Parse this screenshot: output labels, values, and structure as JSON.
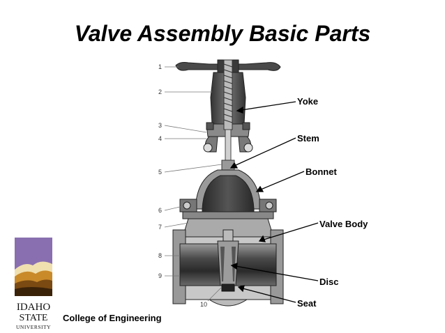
{
  "slide": {
    "title": "Valve Assembly Basic Parts"
  },
  "diagram": {
    "part_numbers": [
      "1",
      "2",
      "3",
      "4",
      "5",
      "6",
      "7",
      "8",
      "9",
      "10"
    ],
    "callouts": [
      "Yoke",
      "Stem",
      "Bonnet",
      "Valve Body",
      "Disc",
      "Seat"
    ]
  },
  "footer": {
    "logo_line1": "IDAHO",
    "logo_line2": "STATE",
    "logo_line3": "UNIVERSITY",
    "department": "College of Engineering"
  },
  "colors": {
    "logo_purple": "#8a6fb0",
    "logo_gold": "#c98a2a",
    "body_gray": "#5a5a5a"
  }
}
